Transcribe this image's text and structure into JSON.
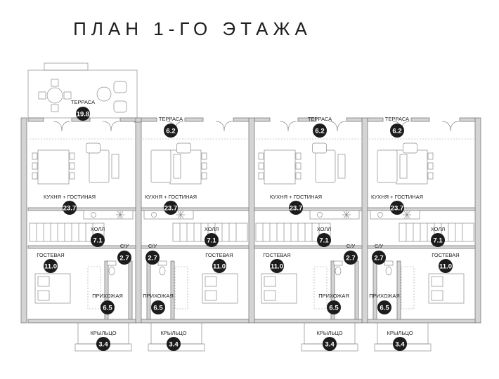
{
  "title": "ПЛАН 1-ГО ЭТАЖА",
  "units": [
    {
      "terrace": {
        "label": "ТЕРРАСА",
        "area": "19.8"
      },
      "kitchen": {
        "label": "КУХНЯ + ГОСТИНАЯ",
        "area": "23.7"
      },
      "hall": {
        "label": "ХОЛЛ",
        "area": "7.1"
      },
      "wc": {
        "label": "С/У",
        "area": "2.7"
      },
      "guest": {
        "label": "ГОСТЕВАЯ",
        "area": "11.0"
      },
      "entry": {
        "label": "ПРИХОЖАЯ",
        "area": "6.5"
      },
      "porch": {
        "label": "КРЫЛЬЦО",
        "area": "3.4"
      }
    },
    {
      "terrace": {
        "label": "ТЕРРАСА",
        "area": "6.2"
      },
      "kitchen": {
        "label": "КУХНЯ + ГОСТИНАЯ",
        "area": "23.7"
      },
      "hall": {
        "label": "ХОЛЛ",
        "area": "7.1"
      },
      "wc": {
        "label": "С/У",
        "area": "2.7"
      },
      "guest": {
        "label": "ГОСТЕВАЯ",
        "area": "11.0"
      },
      "entry": {
        "label": "ПРИХОЖАЯ",
        "area": "6.5"
      },
      "porch": {
        "label": "КРЫЛЬЦО",
        "area": "3.4"
      }
    },
    {
      "terrace": {
        "label": "ТЕРРАСА",
        "area": "6.2"
      },
      "kitchen": {
        "label": "КУХНЯ + ГОСТИНАЯ",
        "area": "23.7"
      },
      "hall": {
        "label": "ХОЛЛ",
        "area": "7.1"
      },
      "wc": {
        "label": "С/У",
        "area": "2.7"
      },
      "guest": {
        "label": "ГОСТЕВАЯ",
        "area": "11.0"
      },
      "entry": {
        "label": "ПРИХОЖАЯ",
        "area": "6.5"
      },
      "porch": {
        "label": "КРЫЛЬЦО",
        "area": "3.4"
      }
    },
    {
      "terrace": {
        "label": "ТЕРРАСА",
        "area": "6.2"
      },
      "kitchen": {
        "label": "КУХНЯ + ГОСТИНАЯ",
        "area": "23.7"
      },
      "hall": {
        "label": "ХОЛЛ",
        "area": "7.1"
      },
      "wc": {
        "label": "С/У",
        "area": "2.7"
      },
      "guest": {
        "label": "ГОСТЕВАЯ",
        "area": "11.0"
      },
      "entry": {
        "label": "ПРИХОЖАЯ",
        "area": "6.5"
      },
      "porch": {
        "label": "КРЫЛЬЦО",
        "area": "3.4"
      }
    }
  ]
}
